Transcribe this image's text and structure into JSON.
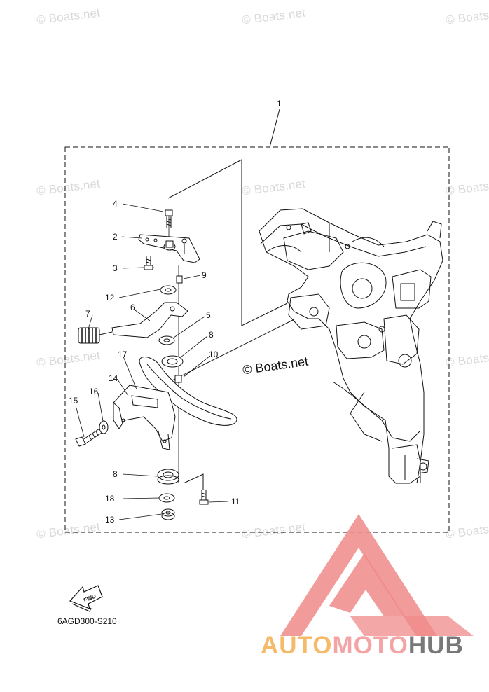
{
  "watermark_text": "© Boats.net",
  "center_watermark": "© Boats.net",
  "diagram_code": "6AGD300-S210",
  "fwd_label": "FWD",
  "brand": {
    "part1": "AUTO",
    "part2": "MOTO",
    "part3": "HUB",
    "color_part1": "#f6bb6a",
    "color_part2": "#f3a5a5",
    "color_part3": "#787878"
  },
  "callouts": {
    "c1": "1",
    "c2": "2",
    "c3": "3",
    "c4": "4",
    "c5": "5",
    "c6": "6",
    "c7": "7",
    "c8a": "8",
    "c8b": "8",
    "c9": "9",
    "c10": "10",
    "c11": "11",
    "c12": "12",
    "c13": "13",
    "c14": "14",
    "c15": "15",
    "c16": "16",
    "c17": "17",
    "c18": "18"
  },
  "colors": {
    "line": "#111111",
    "watermark": "#d8d8d8",
    "logo_red": "#f08a8a"
  }
}
